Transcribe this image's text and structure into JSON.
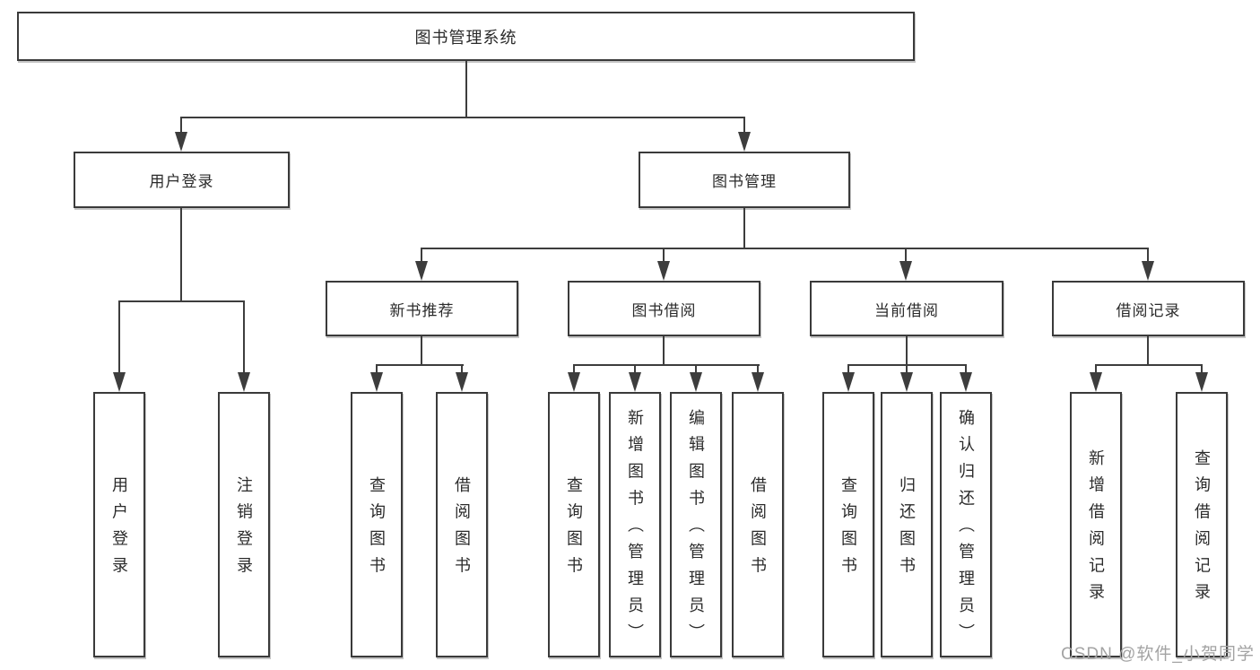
{
  "colors": {
    "line": "#3d3d3d",
    "text": "#2b2b2b",
    "box_border": "#3a3a3a",
    "watermark": "#a3a3a3",
    "background": "#ffffff"
  },
  "watermark": "CSDN @软件_小贺同学",
  "tree": {
    "root": {
      "label": "图书管理系统"
    },
    "user_login": {
      "label": "用户登录",
      "children": {
        "login": "用户登录",
        "logout": "注销登录"
      }
    },
    "book_mgmt": {
      "label": "图书管理"
    },
    "new_book": {
      "label": "新书推荐",
      "children": {
        "query": "查询图书",
        "borrow": "借阅图书"
      }
    },
    "book_borrow": {
      "label": "图书借阅",
      "children": {
        "query": "查询图书",
        "add": "新增图书（管理员）",
        "edit": "编辑图书（管理员）",
        "borrow": "借阅图书"
      }
    },
    "current_borrow": {
      "label": "当前借阅",
      "children": {
        "query": "查询图书",
        "return": "归还图书",
        "confirm": "确认归还（管理员）"
      }
    },
    "borrow_records": {
      "label": "借阅记录",
      "children": {
        "add": "新增借阅记录",
        "query": "查询借阅记录"
      }
    }
  }
}
